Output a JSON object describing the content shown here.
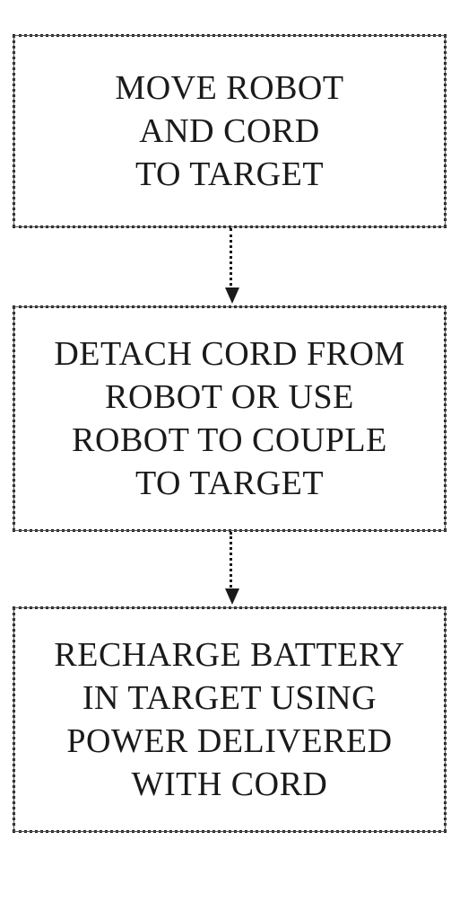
{
  "flowchart": {
    "steps": [
      {
        "lines": [
          "MOVE ROBOT",
          "AND CORD",
          "TO TARGET"
        ]
      },
      {
        "lines": [
          "DETACH CORD FROM",
          "ROBOT OR USE",
          "ROBOT TO COUPLE",
          "TO TARGET"
        ]
      },
      {
        "lines": [
          "RECHARGE BATTERY",
          "IN TARGET USING",
          "POWER DELIVERED",
          "WITH CORD"
        ]
      }
    ]
  },
  "colors": {
    "stroke": "#1a1a1a",
    "background": "#ffffff"
  }
}
